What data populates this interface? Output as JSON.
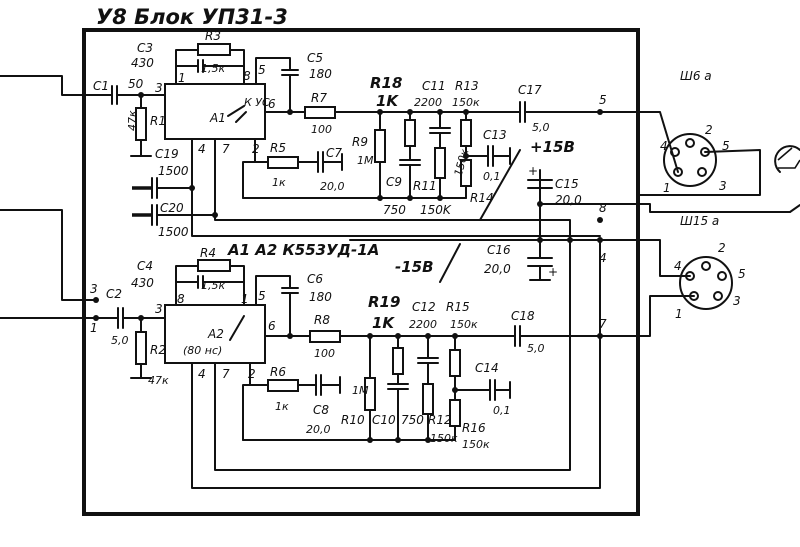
{
  "title": "У8  Блок УП31-3",
  "ic": {
    "label": "A1 A2  К553УД-1А",
    "a1": "A1",
    "a2": "A2",
    "note": "(80 нс)"
  },
  "supply": {
    "pos": "+15В",
    "neg": "-15В"
  },
  "connectors": {
    "sh6": "Ш6 а",
    "sh15": "Ш15 а"
  },
  "components": {
    "C1": "C1",
    "R1": "R1",
    "R1v": "47к",
    "C3": "C3",
    "C3v": "430",
    "R3": "R3",
    "R3v": "1,5к",
    "C5": "C5",
    "C5v": "180",
    "R7": "R7",
    "R7v": "100",
    "R18": "R18",
    "R18v": "1K",
    "C11": "C11",
    "C11v": "2200",
    "R13": "R13",
    "R13v": "150к",
    "C17": "C17",
    "C17v": "5,0",
    "R5": "R5",
    "R5v": "1к",
    "C7": "C7",
    "C7v": "20,0",
    "R9": "R9",
    "R9v": "1М",
    "C9": "C9",
    "C9v": "750",
    "R11": "R11",
    "R11v": "150K",
    "R11b": "150к",
    "C13": "C13",
    "C13v": "0,1",
    "R14": "R14",
    "C15": "C15",
    "C15v": "20,0",
    "C16": "C16",
    "C16v": "20,0",
    "C19": "C19",
    "C19v": "1500",
    "C20": "C20",
    "C20v": "1500",
    "C2": "C2",
    "C2v": "5,0",
    "R2": "R2",
    "R2v": "47к",
    "C4": "C4",
    "C4v": "430",
    "R4": "R4",
    "R4v": "1,5к",
    "C6": "C6",
    "C6v": "180",
    "R8": "R8",
    "R8v": "100",
    "R19": "R19",
    "R19v": "1K",
    "C12": "C12",
    "C12v": "2200",
    "R15": "R15",
    "R15v": "150к",
    "C18": "C18",
    "C18v": "5,0",
    "R6": "R6",
    "R6v": "1к",
    "C8": "C8",
    "C8v": "20,0",
    "R10": "R10",
    "R10v": "1М",
    "C10": "C10",
    "C10v": "750",
    "R12": "R12",
    "R12v": "150к",
    "C14": "C14",
    "C14v": "0,1",
    "R16": "R16",
    "R16v": "150к"
  },
  "pins": {
    "p1": "1",
    "p2": "2",
    "p3": "3",
    "p4": "4",
    "p5": "5",
    "p6": "6",
    "p7": "7",
    "p8": "8"
  }
}
